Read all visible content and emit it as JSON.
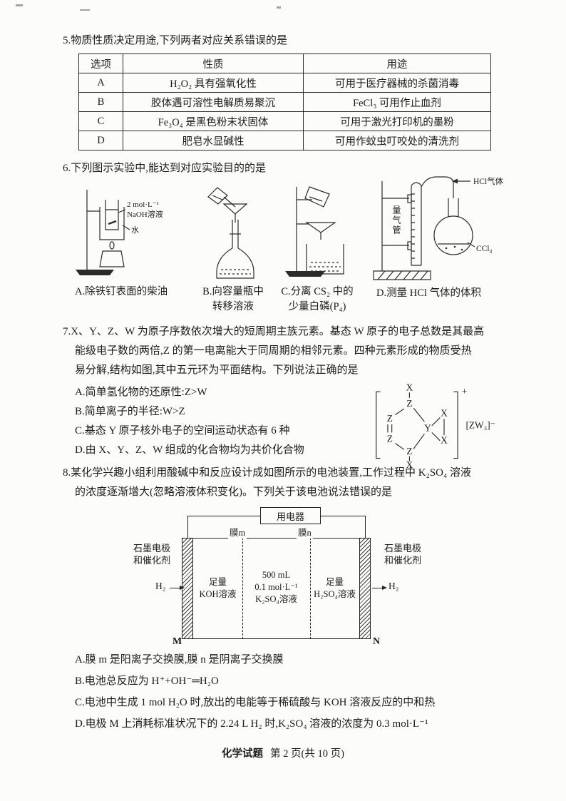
{
  "q5": {
    "stem": "5.物质性质决定用途,下列两者对应关系错误的是",
    "table": {
      "col_option": "选项",
      "col_property": "性质",
      "col_use": "用途",
      "rows": [
        {
          "option": "A",
          "property": "H₂O₂ 具有强氧化性",
          "use": "可用于医疗器械的杀菌消毒"
        },
        {
          "option": "B",
          "property": "胶体遇可溶性电解质易聚沉",
          "use": "FeCl₃ 可用作止血剂"
        },
        {
          "option": "C",
          "property": "Fe₃O₄ 是黑色粉末状固体",
          "use": "可用于激光打印机的墨粉"
        },
        {
          "option": "D",
          "property": "肥皂水显碱性",
          "use": "可用作蚊虫叮咬处的清洗剂"
        }
      ]
    }
  },
  "q6": {
    "stem": "6.下列图示实验中,能达到对应实验目的的是",
    "figA": {
      "label_conc": "2 mol·L⁻¹",
      "label_naoh": "NaOH溶液",
      "label_water": "水",
      "caption": "A.除铁钉表面的柴油"
    },
    "figB": {
      "caption1": "B.向容量瓶中",
      "caption2": "转移溶液"
    },
    "figC": {
      "caption1": "C.分离 CS₂ 中的",
      "caption2": "少量白磷(P₄)"
    },
    "figD": {
      "label_tube": "量气管",
      "label_gas": "HCl气体",
      "label_ccl4": "CCl₄",
      "caption": "D.测量 HCl 气体的体积"
    }
  },
  "q7": {
    "stem1": "7.X、Y、Z、W 为原子序数依次增大的短周期主族元素。基态 W 原子的电子总数是其最高",
    "stem2": "能级电子数的两倍,Z 的第一电离能大于同周期的相邻元素。四种元素形成的物质受热",
    "stem3": "易分解,结构如图,其中五元环为平面结构。下列说法正确的是",
    "optA": "A.简单氢化物的还原性:Z>W",
    "optB": "B.简单离子的半径:W>Z",
    "optC": "C.基态 Y 原子核外电子的空间运动状态有 6 种",
    "optD": "D.由 X、Y、Z、W 组成的化合物均为共价化合物",
    "structure": {
      "x_top": "X",
      "z_top": "Z",
      "z_left_top": "Z",
      "z_left_bottom": "Z",
      "z_bottom": "Z",
      "x_bottom": "X",
      "y_atom": "Y",
      "x_right_top": "X",
      "x_right_bottom": "X",
      "charge": "+",
      "anion": "[ZW₃]⁻"
    }
  },
  "q8": {
    "stem1": "8.某化学兴趣小组利用酸碱中和反应设计成如图所示的电池装置,工作过程中 K₂SO₄ 溶液",
    "stem2": "的浓度逐渐增大(忽略溶液体积变化)。下列关于该电池说法错误的是",
    "diagram": {
      "device": "用电器",
      "mem_m": "膜m",
      "mem_n": "膜n",
      "left_electrode1": "石墨电极",
      "left_electrode2": "和催化剂",
      "right_electrode1": "石墨电极",
      "right_electrode2": "和催化剂",
      "h2_left": "H₂",
      "h2_right": "H₂",
      "left_sol1": "足量",
      "left_sol2": "KOH溶液",
      "mid_sol1": "500 mL",
      "mid_sol2": "0.1 mol·L⁻¹",
      "mid_sol3": "K₂SO₄溶液",
      "right_sol1": "足量",
      "right_sol2": "H₂SO₄溶液",
      "terminal_m": "M",
      "terminal_n": "N"
    },
    "optA": "A.膜 m 是阳离子交换膜,膜 n 是阴离子交换膜",
    "optB": "B.电池总反应为 H⁺+OH⁻═H₂O",
    "optC": "C.电池中生成 1 mol H₂O 时,放出的电能等于稀硫酸与 KOH 溶液反应的中和热",
    "optD": "D.电极 M 上消耗标准状况下的 2.24 L H₂ 时,K₂SO₄ 溶液的浓度为 0.3 mol·L⁻¹"
  },
  "footer": {
    "title": "化学试题",
    "page": "第 2 页(共 10 页)"
  }
}
